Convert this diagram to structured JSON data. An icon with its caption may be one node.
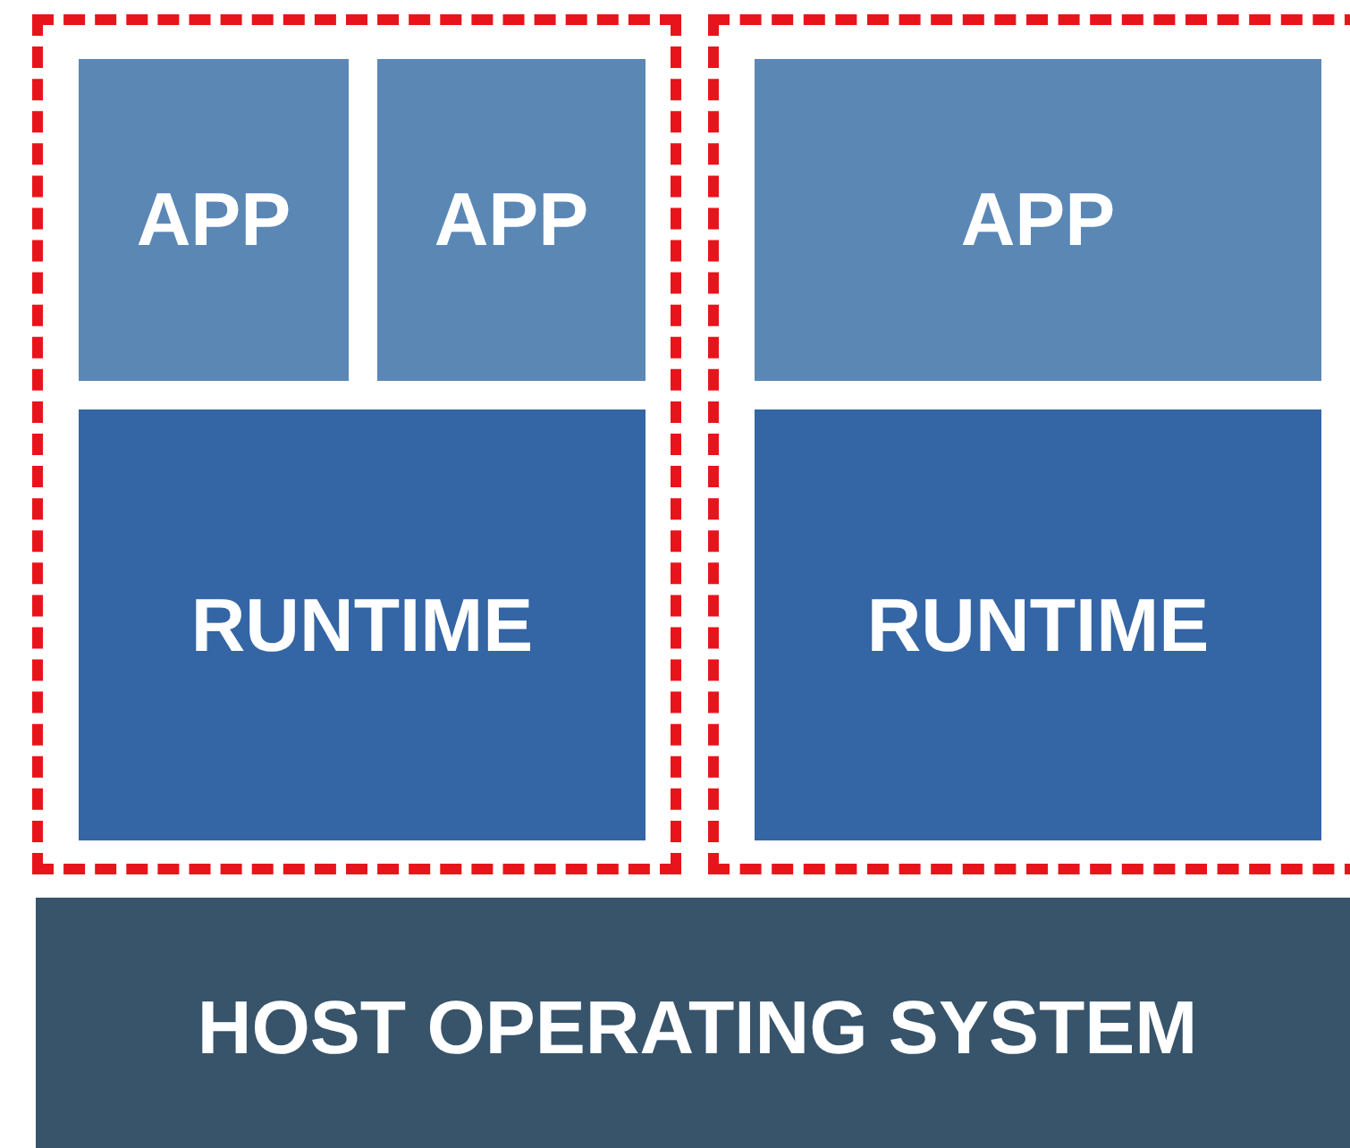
{
  "diagram": {
    "nodes": [
      {
        "text": [],
        "shape": "box"
      },
      {
        "text": [
          "APP"
        ],
        "in": 0
      },
      {
        "text": [
          "APP"
        ],
        "in": 0
      },
      {
        "text": [
          "RUNTIME"
        ],
        "in": 0
      },
      {
        "text": [],
        "shape": "box"
      },
      {
        "text": [
          "APP"
        ],
        "in": 4
      },
      {
        "text": [
          "RUNTIME"
        ],
        "in": 4
      },
      {
        "text": [
          "HOST OPERATING SYSTEM"
        ]
      }
    ]
  }
}
